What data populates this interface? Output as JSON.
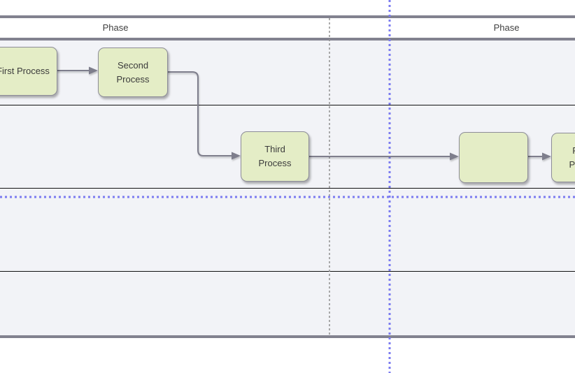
{
  "diagram": {
    "type": "cross-functional-flowchart",
    "phase_headers": [
      {
        "label": "Phase"
      },
      {
        "label": "Phase"
      }
    ],
    "lanes": [
      {
        "label": ""
      },
      {
        "label": ""
      },
      {
        "label": ""
      },
      {
        "label": ""
      }
    ],
    "nodes": [
      {
        "id": "first-process",
        "label": "First Process"
      },
      {
        "id": "second-process",
        "label": "Second\nProcess"
      },
      {
        "id": "third-process",
        "label": "Third\nProcess"
      },
      {
        "id": "blank-process",
        "label": ""
      },
      {
        "id": "fourth-process",
        "label": "Fourth\nProcess"
      }
    ],
    "connectors": [
      {
        "from": "first-process",
        "to": "second-process"
      },
      {
        "from": "second-process",
        "to": "third-process"
      },
      {
        "from": "third-process",
        "to": "blank-process"
      },
      {
        "from": "blank-process",
        "to": "fourth-process"
      }
    ],
    "colors": {
      "lane_background": "#f2f3f7",
      "pool_border": "#82828f",
      "lane_divider": "#111111",
      "node_fill": "#e4edc6",
      "node_border": "#8d8d98",
      "connector": "#7e7e8c",
      "phase_separator": "#8f8f8f",
      "page_break_guide": "#7b7bf0",
      "text": "#3b3b3b"
    }
  }
}
